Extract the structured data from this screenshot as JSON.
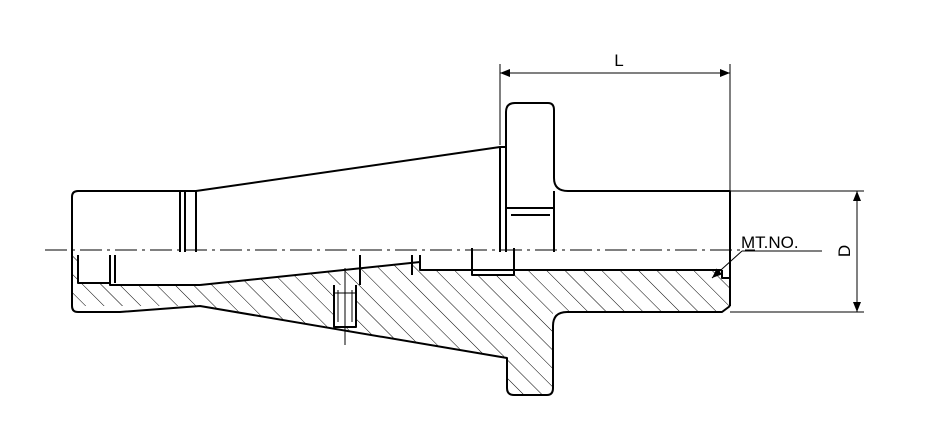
{
  "drawing": {
    "dimension_length": "L",
    "dimension_diameter": "D",
    "taper_callout": "MT.NO."
  },
  "colors": {
    "line": "#000000",
    "background": "#ffffff"
  }
}
